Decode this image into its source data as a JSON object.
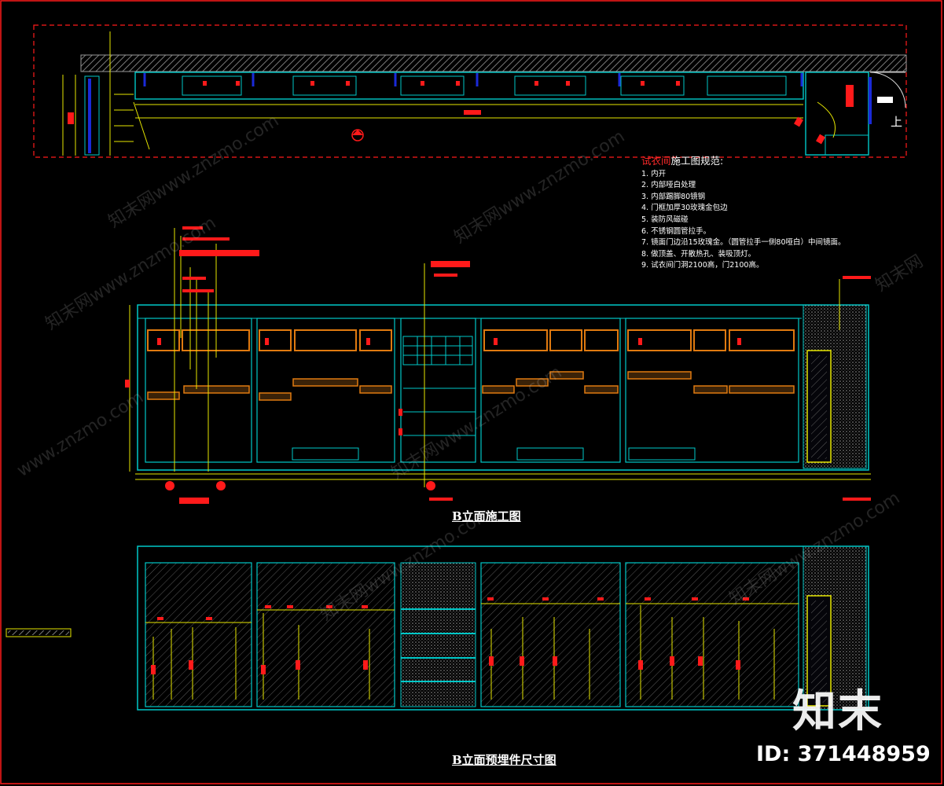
{
  "notes": {
    "title_red": "试衣间",
    "title_rest": "施工图规范:",
    "items": [
      "1. 内开",
      "2. 内部哑白处理",
      "3. 内部踢脚80镜钢",
      "4. 门框加厚30玫瑰金包边",
      "5. 装防风磁碰",
      "6. 不锈钢圆管拉手。",
      "7. 镜面门边沿15玫瑰金。（圆管拉手一侧80哑白）中间镜面。",
      "8. 做顶盖、开散热孔、装吸顶灯。",
      "9. 试衣间门洞2100高，门2100高。"
    ]
  },
  "captions": {
    "elevation": "B立面施工图",
    "embedded": "B立面预埋件尺寸图"
  },
  "plan_label_up": "上",
  "brand": "知末",
  "image_id": "ID: 371448959",
  "watermarks": [
    "知末网www.znzmo.com",
    "知末网www.znzmo.com",
    "知末网www.znzmo.com",
    "知末网www.znzmo.com",
    "www.znzmo.com",
    "知末网",
    "知末网www.znzmo.com",
    "知末网www.znzmo.com"
  ],
  "colors": {
    "cyan": "#00c8c8",
    "yellow": "#e6e600",
    "red": "#ff1a1a",
    "orange": "#e07a10",
    "gray": "#8c8c8c",
    "blue": "#1a2ad8",
    "white": "#ffffff"
  }
}
